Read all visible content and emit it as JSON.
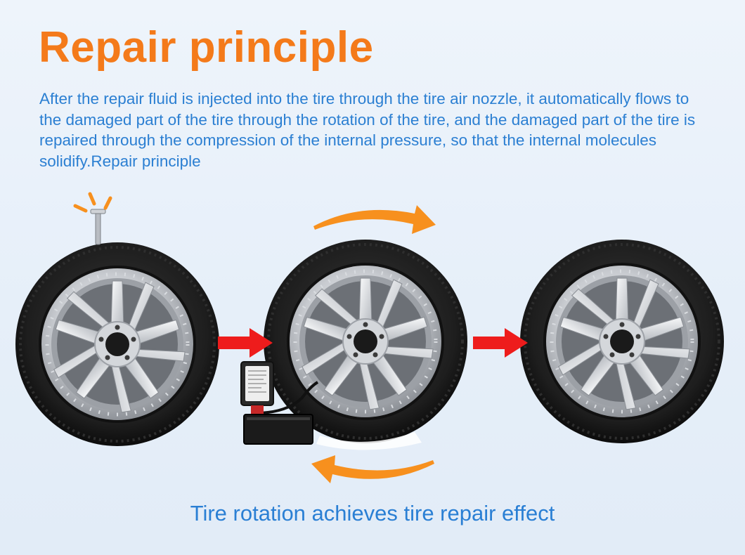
{
  "title": "Repair principle",
  "description": "After the repair fluid is injected into the tire through the tire air nozzle, it automatically flows to the damaged part of the tire through the rotation of the tire, and the damaged part of the tire is repaired through the compression of the internal pressure, so that the internal molecules solidify.Repair principle",
  "caption": "Tire rotation achieves tire repair effect",
  "colors": {
    "title": "#f47a1a",
    "text_blue": "#2b7fd2",
    "rotation_arrow": "#f7901e",
    "step_arrow": "#ee1c1c",
    "tire": "#1c1c1c",
    "rim": "#c9ccd1"
  },
  "illustration": {
    "tires": [
      "punctured-tire",
      "tire-with-repair-kit",
      "repaired-tire"
    ],
    "icons": [
      "nail-icon",
      "puncture-sparks-icon",
      "step-arrow-icon",
      "rotation-arrow-icon",
      "repair-kit-icon"
    ]
  }
}
